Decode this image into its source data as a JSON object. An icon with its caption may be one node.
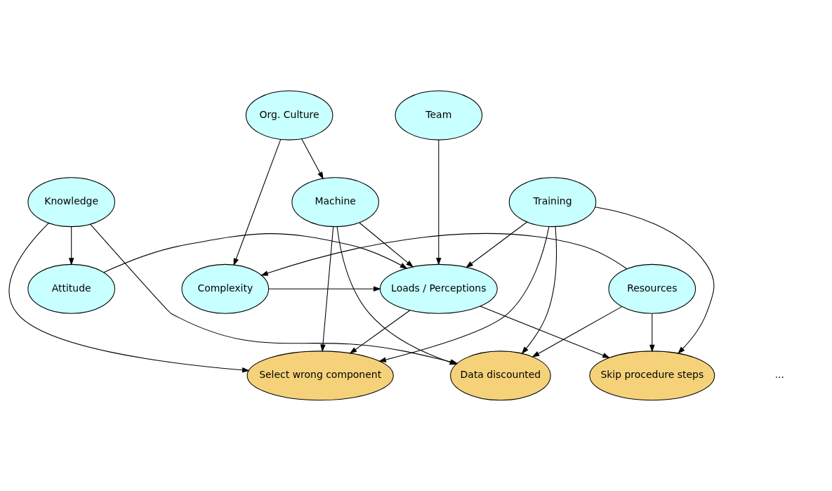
{
  "diagram": {
    "nodes": [
      {
        "text": [
          "Org. Culture"
        ]
      },
      {
        "text": [
          "Team"
        ]
      },
      {
        "text": [
          "Knowledge"
        ]
      },
      {
        "text": [
          "Machine"
        ]
      },
      {
        "text": [
          "Training"
        ]
      },
      {
        "text": [
          "Attitude"
        ]
      },
      {
        "text": [
          "Loads / Perceptions"
        ]
      },
      {
        "text": [
          "Complexity"
        ]
      },
      {
        "text": [
          "Resources"
        ]
      },
      {
        "text": [
          "Select wrong component"
        ]
      },
      {
        "text": [
          "Data discounted"
        ]
      },
      {
        "text": [
          "Skip procedure steps"
        ]
      }
    ],
    "edges": [
      {
        "from": 0,
        "to": 3,
        "arrow": "to"
      },
      {
        "from": 0,
        "to": 7,
        "arrow": "to"
      },
      {
        "from": 1,
        "to": 6,
        "arrow": "to"
      },
      {
        "from": 2,
        "to": 5,
        "arrow": "to"
      },
      {
        "from": 2,
        "to": 9,
        "arrow": "to"
      },
      {
        "from": 2,
        "to": 10,
        "arrow": "to"
      },
      {
        "from": 3,
        "to": 6,
        "arrow": "to"
      },
      {
        "from": 3,
        "to": 9,
        "arrow": "to"
      },
      {
        "from": 3,
        "to": 10,
        "arrow": "to"
      },
      {
        "from": 4,
        "to": 6,
        "arrow": "to"
      },
      {
        "from": 4,
        "to": 9,
        "arrow": "to"
      },
      {
        "from": 4,
        "to": 10,
        "arrow": "to"
      },
      {
        "from": 4,
        "to": 11,
        "arrow": "to"
      },
      {
        "from": 5,
        "to": 6,
        "arrow": "to"
      },
      {
        "from": 7,
        "to": 6,
        "arrow": "to"
      },
      {
        "from": 8,
        "to": 7,
        "arrow": "to"
      },
      {
        "from": 8,
        "to": 10,
        "arrow": "to"
      },
      {
        "from": 8,
        "to": 11,
        "arrow": "to"
      },
      {
        "from": 6,
        "to": 9,
        "arrow": "to"
      },
      {
        "from": 6,
        "to": 11,
        "arrow": "to"
      }
    ],
    "labels": [
      "..."
    ]
  }
}
